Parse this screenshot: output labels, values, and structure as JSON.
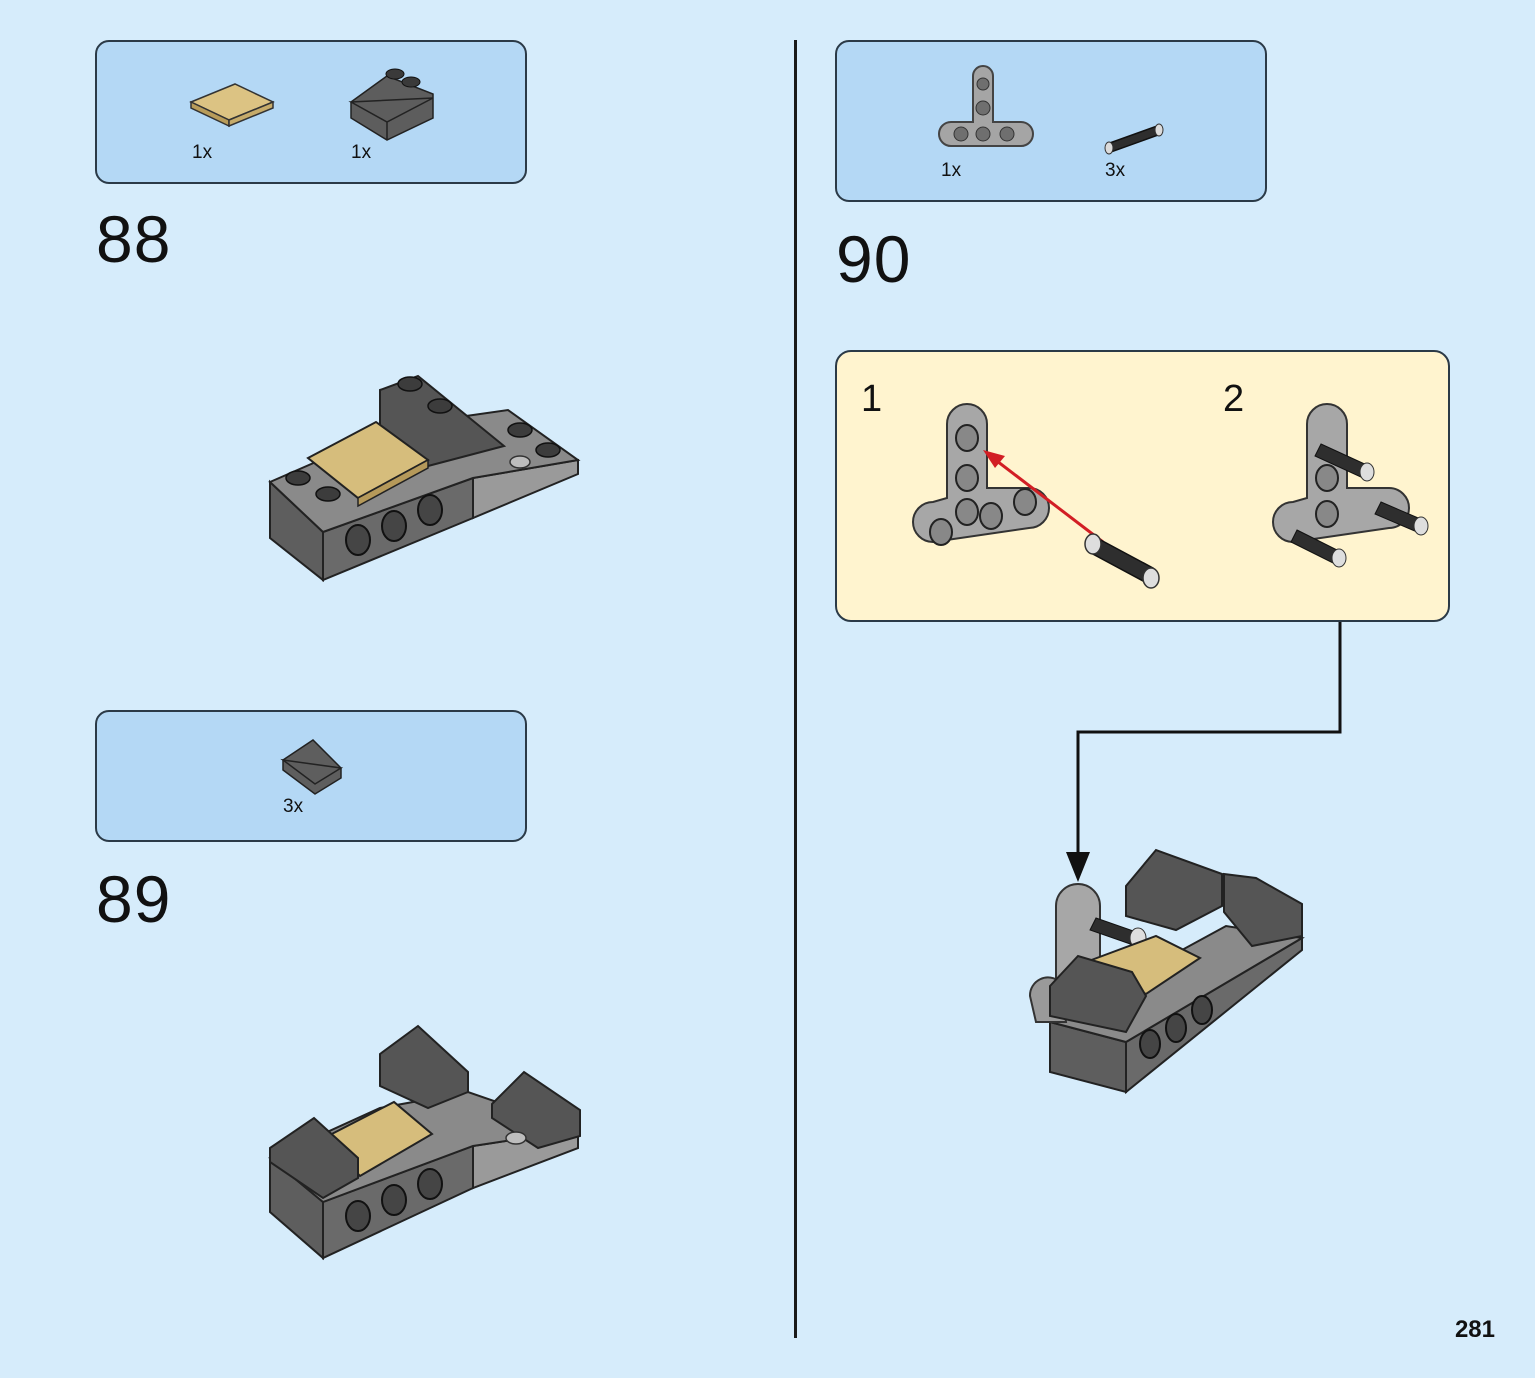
{
  "page": {
    "number": "281"
  },
  "steps": [
    {
      "number": "88",
      "parts": [
        {
          "name": "tan-tile-2x2",
          "qty": "1x"
        },
        {
          "name": "dark-slope-2x2",
          "qty": "1x"
        }
      ]
    },
    {
      "number": "89",
      "parts": [
        {
          "name": "dark-slope-cheese",
          "qty": "3x"
        }
      ]
    },
    {
      "number": "90",
      "parts": [
        {
          "name": "grey-t-beam",
          "qty": "1x"
        },
        {
          "name": "black-pin",
          "qty": "3x"
        }
      ],
      "substeps": [
        {
          "number": "1"
        },
        {
          "number": "2"
        }
      ]
    }
  ],
  "colors": {
    "background": "#d6ecfb",
    "parts_box": "#b4d8f5",
    "substep_box": "#fff4cf",
    "dark_grey": "#5a5a5a",
    "light_grey": "#a9a9a9",
    "tan": "#d8c080",
    "arrow_red": "#d21e24"
  }
}
